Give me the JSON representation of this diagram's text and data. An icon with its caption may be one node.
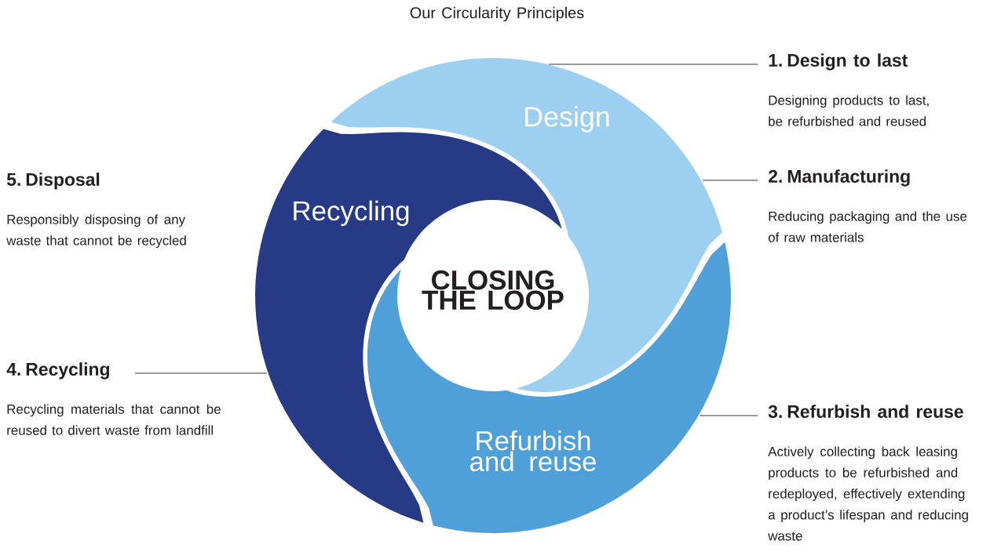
{
  "diagram": {
    "title": "Our Circularity Principles",
    "nodes": [
      {
        "text": [
          "Design"
        ]
      },
      {
        "text": [
          "Recycling"
        ]
      },
      {
        "text": [
          "Refurbish and reuse"
        ]
      },
      {
        "text": [
          "CLOSING THE LOOP"
        ]
      },
      {
        "text": [
          "1. Design to last",
          "Designing products to last, be refurbished and reused"
        ]
      },
      {
        "text": [
          "2. Manufacturing",
          "Reducing packaging and the use of raw materials"
        ]
      },
      {
        "text": [
          "3. Refurbish and reuse",
          "Actively collecting back leasing products to be refurbished and redeployed, effectively extending a product’s lifespan and reducing waste"
        ]
      },
      {
        "text": [
          "4. Recycling",
          "Recycling materials that cannot be reused to divert waste from landfill"
        ]
      },
      {
        "text": [
          "5. Disposal",
          "Responsibly disposing of any waste that cannot be recycled"
        ]
      }
    ],
    "edges": [
      {
        "from": 4,
        "to": 0,
        "arrow": "none"
      },
      {
        "from": 5,
        "to": 0,
        "arrow": "none"
      },
      {
        "from": 6,
        "to": 2,
        "arrow": "none"
      },
      {
        "from": 7,
        "to": 1,
        "arrow": "none"
      }
    ]
  }
}
